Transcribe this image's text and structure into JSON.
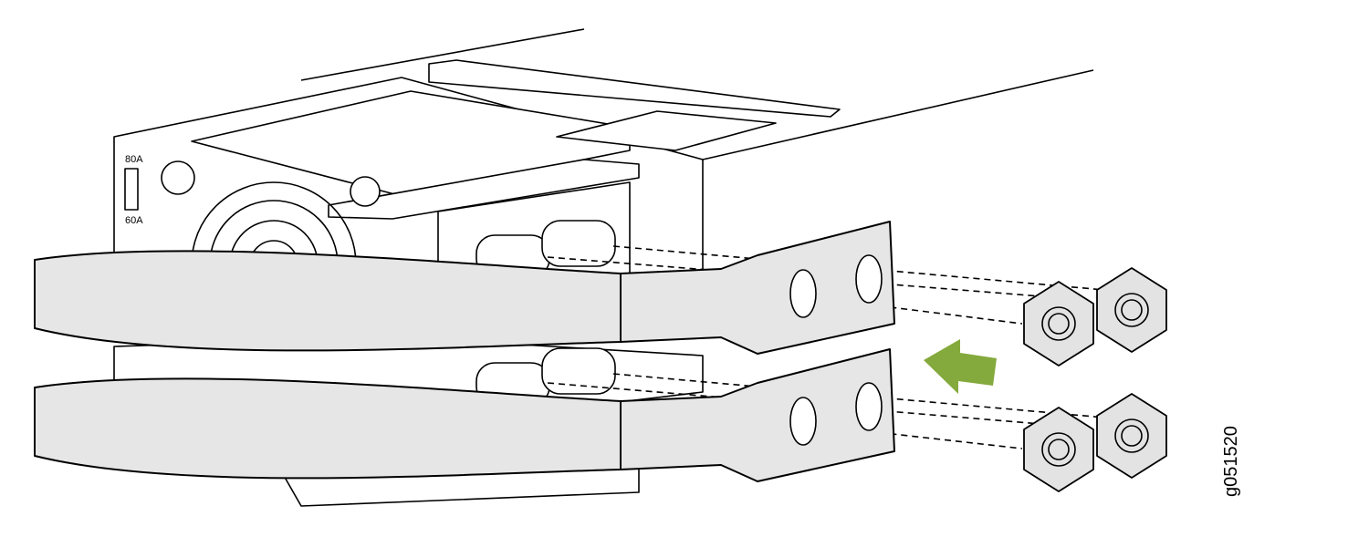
{
  "breaker_labels": {
    "top": "80A",
    "bottom": "60A"
  },
  "figure_id": "g051520",
  "colors": {
    "arrow": "#84a93c",
    "cable": "#e6e6e6",
    "nut": "#e3e3e3"
  }
}
